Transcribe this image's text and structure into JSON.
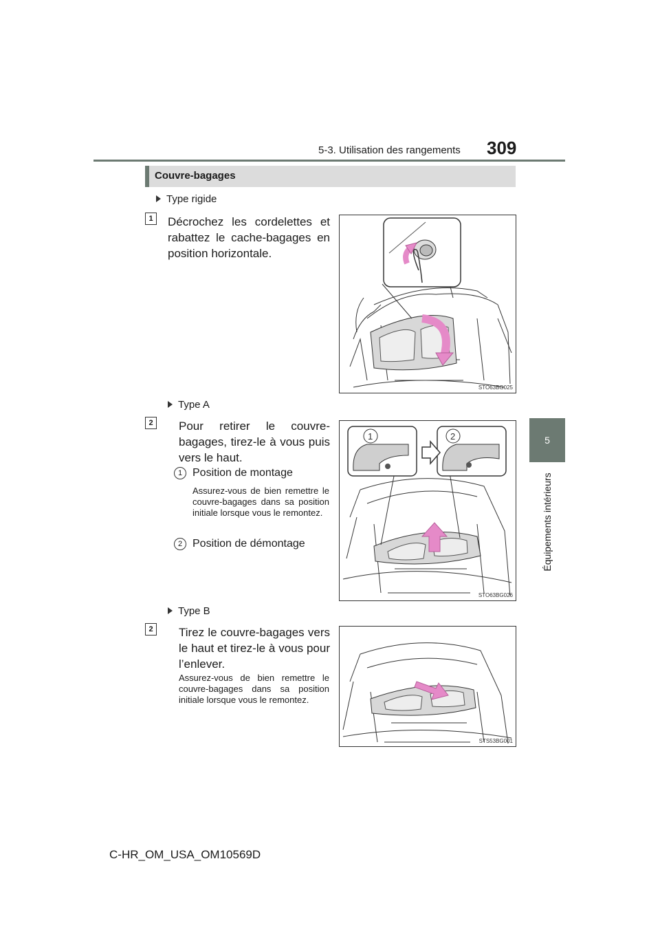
{
  "header": {
    "section": "5-3. Utilisation des rangements",
    "page_number": "309"
  },
  "side_tab": {
    "chapter_number": "5",
    "chapter_title": "Équipements intérieurs"
  },
  "section_title": "Couvre-bagages",
  "blocks": [
    {
      "type_label": "Type rigide",
      "step": "1",
      "text": "Décrochez les cordelettes et rabattez le cache-bagages en position horizontale.",
      "figure_code": "STO63BG025"
    },
    {
      "type_label": "Type A",
      "step": "2",
      "text": "Pour retirer le couvre-bagages, tirez-le à vous puis vers le haut.",
      "items": [
        {
          "num": "1",
          "label": "Position de montage",
          "note": "Assurez-vous de bien remettre le couvre-bagages dans sa position initiale lorsque vous le remontez."
        },
        {
          "num": "2",
          "label": "Position de démontage"
        }
      ],
      "figure_code": "STO63BG026",
      "figure_callouts": [
        "1",
        "2"
      ]
    },
    {
      "type_label": "Type B",
      "step": "2",
      "text": "Tirez le couvre-bagages vers le haut et tirez-le à vous pour l’enlever.",
      "note": "Assurez-vous de bien remettre le couvre-bagages dans sa position initiale lorsque vous le remontez.",
      "figure_code": "STS53BG001"
    }
  ],
  "footer": "C-HR_OM_USA_OM10569D",
  "colors": {
    "accent_gray": "#6c7a72",
    "section_bar": "#dcdcdc",
    "arrow_pink": "#e58ac8"
  }
}
